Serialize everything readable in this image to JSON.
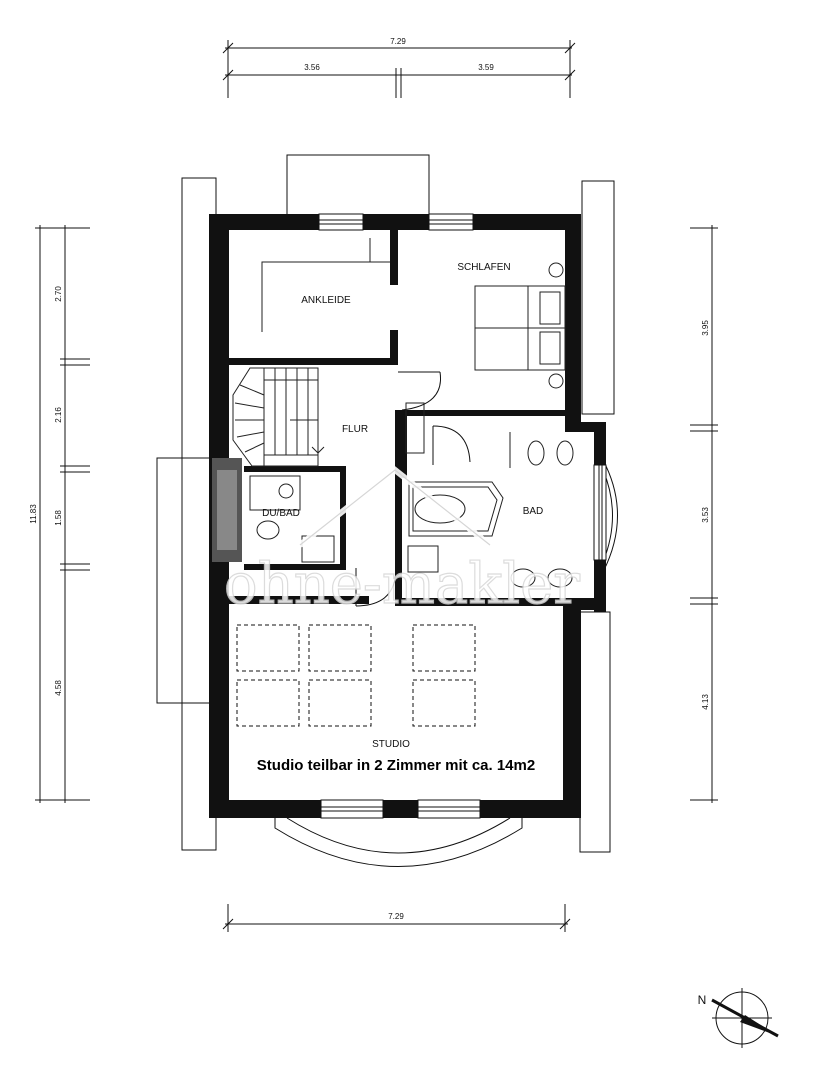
{
  "dimensions": {
    "top_total": "7.29",
    "top_left": "3.56",
    "top_right": "3.59",
    "bottom_total": "7.29",
    "left_total": "11.83",
    "left_1": "2.70",
    "left_2": "2.16",
    "left_3": "1.58",
    "left_4": "4.58",
    "right_1": "3.95",
    "right_2": "3.53",
    "right_3": "4.13"
  },
  "rooms": {
    "ankleide": "ANKLEIDE",
    "schlafen": "SCHLAFEN",
    "flur": "FLUR",
    "du_bad": "DU/BAD",
    "bad": "BAD",
    "studio": "STUDIO"
  },
  "note": "Studio teilbar in 2 Zimmer mit ca. 14m2",
  "watermark": "ohne-makler",
  "compass": {
    "label": "N"
  },
  "colors": {
    "wall": "#111111",
    "line": "#111111",
    "watermark_stroke": "#d6d6d6"
  }
}
